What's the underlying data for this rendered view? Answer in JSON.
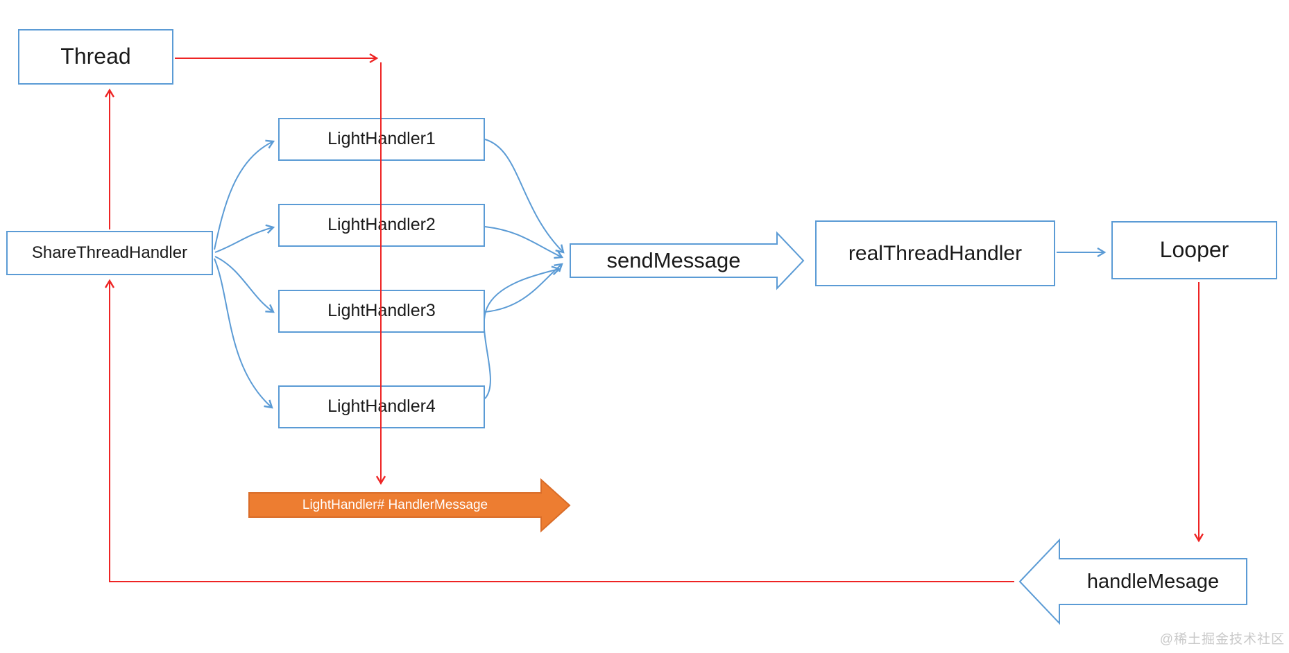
{
  "colors": {
    "box_border": "#5b9bd5",
    "arrow_blue": "#5b9bd5",
    "arrow_red": "#ee2424",
    "orange_fill": "#ed7d31",
    "orange_border": "#d96c28",
    "orange_text": "#ffffff",
    "text": "#1a1a1a",
    "watermark": "#c9c9c9",
    "bg": "#ffffff"
  },
  "nodes": {
    "thread": {
      "label": "Thread"
    },
    "share_thread_handler": {
      "label": "ShareThreadHandler"
    },
    "light_handler_1": {
      "label": "LightHandler1"
    },
    "light_handler_2": {
      "label": "LightHandler2"
    },
    "light_handler_3": {
      "label": "LightHandler3"
    },
    "light_handler_4": {
      "label": "LightHandler4"
    },
    "send_message": {
      "label": "sendMessage"
    },
    "real_thread_handler": {
      "label": "realThreadHandler"
    },
    "looper": {
      "label": "Looper"
    },
    "handle_message": {
      "label": "handleMesage"
    },
    "light_handler_message_flow": {
      "label": "LightHandler# HandlerMessage"
    }
  },
  "watermark": {
    "text": "@稀土掘金技术社区"
  }
}
